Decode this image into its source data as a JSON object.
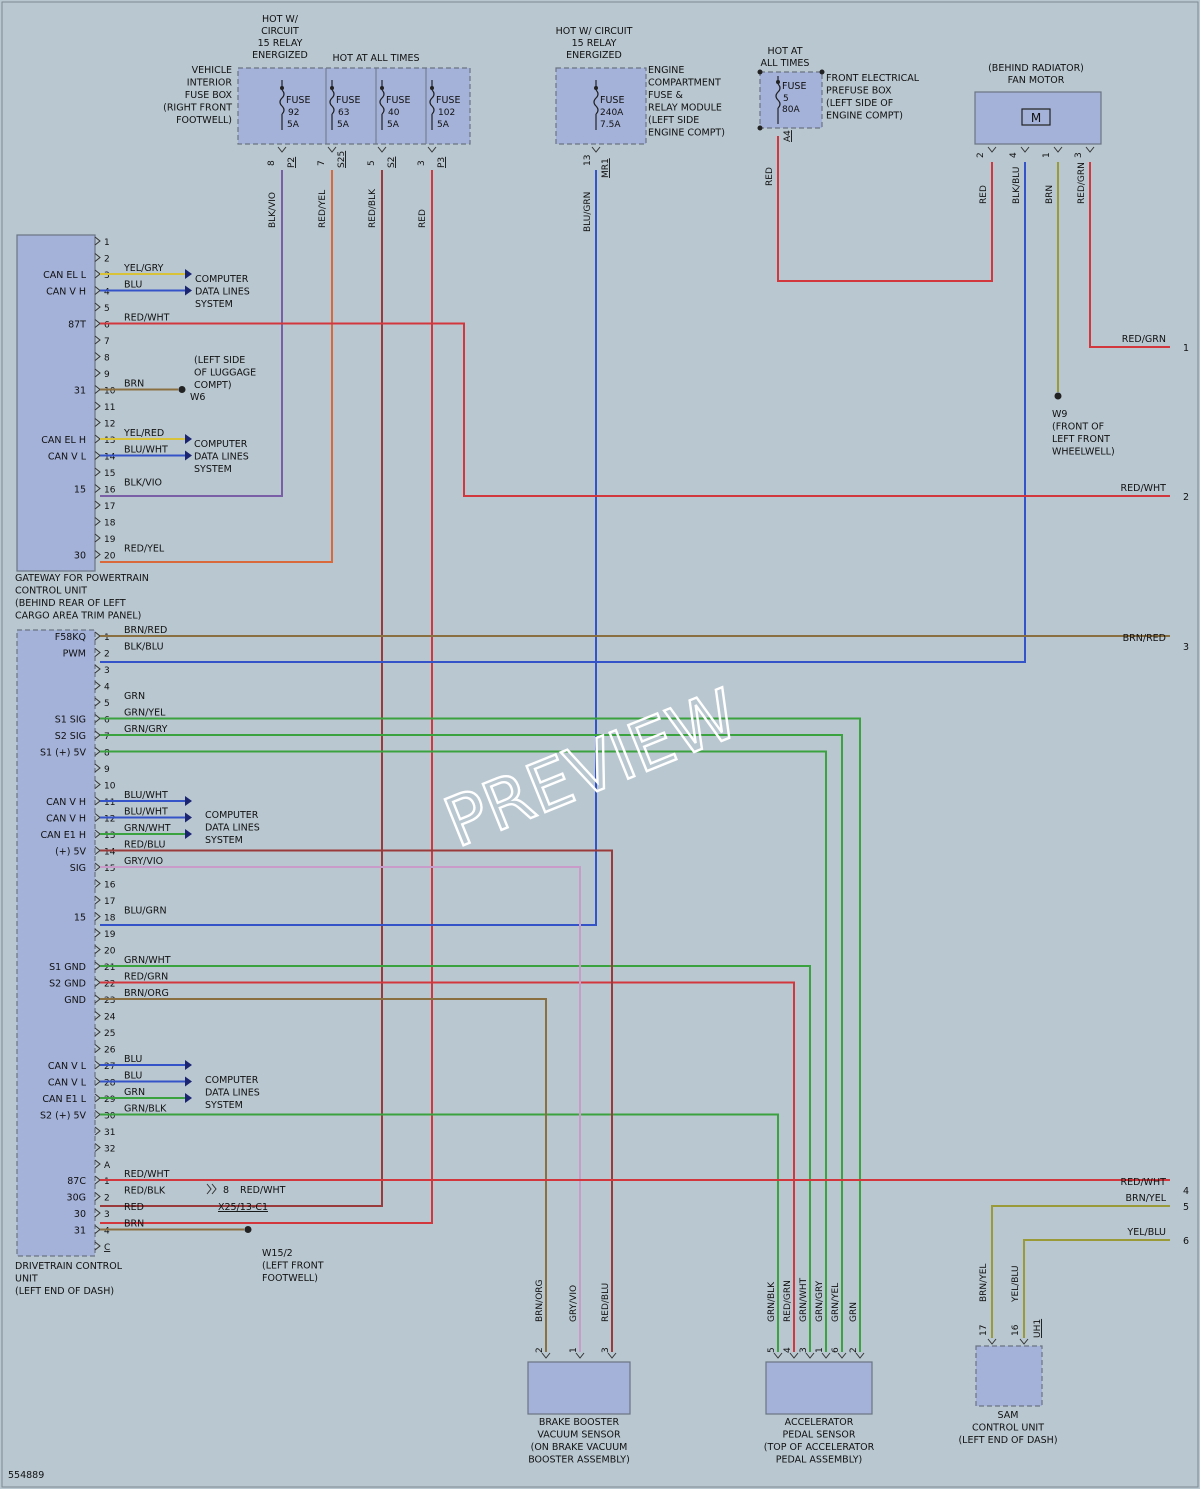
{
  "doc_id": "554889",
  "watermark": "PREVIEW",
  "colors": {
    "purple": "#7a5ea6",
    "orange": "#d9683a",
    "red": "#d2373d",
    "blue": "#3553c8",
    "green": "#3aa23e",
    "brown": "#8a7040",
    "olive": "#9a9a38",
    "pink": "#c89bc9",
    "yellow": "#d8c23a",
    "maroon": "#9b3a3a",
    "black": "#222"
  },
  "supply_headers": {
    "hot_circuit_15_left": [
      "HOT W/",
      "CIRCUIT",
      "15 RELAY",
      "ENERGIZED"
    ],
    "hot_at_all_times_left": "HOT AT ALL TIMES",
    "hot_circuit_15_mid": [
      "HOT W/ CIRCUIT",
      "15 RELAY",
      "ENERGIZED"
    ],
    "hot_at_all_times_right": [
      "HOT AT",
      "ALL TIMES"
    ]
  },
  "components": {
    "vehicle_fuse_box": [
      "VEHICLE",
      "INTERIOR",
      "FUSE BOX",
      "(RIGHT FRONT",
      "FOOTWELL)"
    ],
    "fuses_left": [
      {
        "name": "FUSE",
        "num": "92",
        "amp": "5A",
        "pin": "8",
        "term": "P2",
        "wire": "BLK/VIO"
      },
      {
        "name": "FUSE",
        "num": "63",
        "amp": "5A",
        "pin": "7",
        "term": "S25",
        "wire": "RED/YEL"
      },
      {
        "name": "FUSE",
        "num": "40",
        "amp": "5A",
        "pin": "5",
        "term": "S2",
        "wire": "RED/BLK"
      },
      {
        "name": "FUSE",
        "num": "102",
        "amp": "5A",
        "pin": "3",
        "term": "P3",
        "wire": "RED"
      }
    ],
    "engine_fuse_box": [
      "ENGINE",
      "COMPARTMENT",
      "FUSE &",
      "RELAY MODULE",
      "(LEFT SIDE",
      "ENGINE COMPT)"
    ],
    "fuse_mid": {
      "name": "FUSE",
      "num": "240A",
      "amp": "7.5A",
      "pin": "13",
      "term": "MR1",
      "wire": "BLU/GRN"
    },
    "prefuse_box": [
      "FRONT ELECTRICAL",
      "PREFUSE BOX",
      "(LEFT SIDE OF",
      "ENGINE COMPT)"
    ],
    "fuse_right": {
      "name": "FUSE",
      "num": "5",
      "amp": "80A",
      "term": "A4",
      "wire": "RED"
    },
    "fan_motor": [
      "(BEHIND RADIATOR)",
      "FAN MOTOR"
    ],
    "fan_symbol": "M",
    "fan_pins": [
      {
        "pin": "2",
        "wire": "RED"
      },
      {
        "pin": "4",
        "wire": "BLK/BLU"
      },
      {
        "pin": "1",
        "wire": "BRN"
      },
      {
        "pin": "3",
        "wire": "RED/GRN"
      }
    ],
    "gateway": [
      "GATEWAY FOR POWERTRAIN",
      "CONTROL UNIT",
      "(BEHIND REAR OF LEFT",
      "CARGO AREA TRIM PANEL)"
    ],
    "drivetrain": [
      "DRIVETRAIN CONTROL",
      "UNIT",
      "(LEFT END OF DASH)"
    ],
    "brake_booster": [
      "BRAKE BOOSTER",
      "VACUUM SENSOR",
      "(ON BRAKE VACUUM",
      "BOOSTER ASSEMBLY)"
    ],
    "accel_sensor": [
      "ACCELERATOR",
      "PEDAL SENSOR",
      "(TOP OF ACCELERATOR",
      "PEDAL ASSEMBLY)"
    ],
    "sam": [
      "SAM",
      "CONTROL UNIT",
      "(LEFT END OF DASH)"
    ]
  },
  "grounds": {
    "w6": [
      "(LEFT SIDE",
      "OF LUGGAGE",
      "COMPT)",
      "W6"
    ],
    "w9": [
      "W9",
      "(FRONT OF",
      "LEFT FRONT",
      "WHEELWELL)"
    ],
    "w15": [
      "W15/2",
      "(LEFT FRONT",
      "FOOTWELL)"
    ]
  },
  "cdl_label": [
    "COMPUTER",
    "DATA LINES",
    "SYSTEM"
  ],
  "gateway_pins": [
    "1",
    "2",
    "3",
    "4",
    "5",
    "6",
    "7",
    "8",
    "9",
    "10",
    "11",
    "12",
    "13",
    "14",
    "15",
    "16",
    "17",
    "18",
    "19",
    "20"
  ],
  "gateway_signals": [
    {
      "pin": 3,
      "sig": "CAN EL L",
      "wire": "YEL/GRY"
    },
    {
      "pin": 4,
      "sig": "CAN V H",
      "wire": "BLU"
    },
    {
      "pin": 6,
      "sig": "87T",
      "wire": "RED/WHT"
    },
    {
      "pin": 10,
      "sig": "31",
      "wire": "BRN"
    },
    {
      "pin": 13,
      "sig": "CAN EL H",
      "wire": "YEL/RED"
    },
    {
      "pin": 14,
      "sig": "CAN V L",
      "wire": "BLU/WHT"
    },
    {
      "pin": 16,
      "sig": "15",
      "wire": "BLK/VIO"
    },
    {
      "pin": 20,
      "sig": "30",
      "wire": "RED/YEL"
    }
  ],
  "drive_pins": [
    "1",
    "2",
    "3",
    "4",
    "5",
    "6",
    "7",
    "8",
    "9",
    "10",
    "11",
    "12",
    "13",
    "14",
    "15",
    "16",
    "17",
    "18",
    "19",
    "20",
    "21",
    "22",
    "23",
    "24",
    "25",
    "26",
    "27",
    "28",
    "29",
    "30",
    "31",
    "32",
    "A"
  ],
  "drive_signals": [
    {
      "pin": "1",
      "sig": "F58KQ",
      "wire": "BRN/RED"
    },
    {
      "pin": "2",
      "sig": "PWM",
      "wire": "BLK/BLU"
    },
    {
      "pin": "5",
      "sig": "",
      "wire": "GRN"
    },
    {
      "pin": "6",
      "sig": "S1 SIG",
      "wire": "GRN/YEL"
    },
    {
      "pin": "7",
      "sig": "S2 SIG",
      "wire": "GRN/GRY"
    },
    {
      "pin": "8",
      "sig": "S1 (+) 5V",
      "wire": ""
    },
    {
      "pin": "11",
      "sig": "CAN V H",
      "wire": "BLU/WHT"
    },
    {
      "pin": "12",
      "sig": "CAN V H",
      "wire": "BLU/WHT"
    },
    {
      "pin": "13",
      "sig": "CAN E1 H",
      "wire": "GRN/WHT"
    },
    {
      "pin": "14",
      "sig": "(+) 5V",
      "wire": "RED/BLU"
    },
    {
      "pin": "15",
      "sig": "SIG",
      "wire": "GRY/VIO"
    },
    {
      "pin": "18",
      "sig": "15",
      "wire": "BLU/GRN"
    },
    {
      "pin": "21",
      "sig": "S1 GND",
      "wire": "GRN/WHT"
    },
    {
      "pin": "22",
      "sig": "S2 GND",
      "wire": "RED/GRN"
    },
    {
      "pin": "23",
      "sig": "GND",
      "wire": "BRN/ORG"
    },
    {
      "pin": "27",
      "sig": "CAN V L",
      "wire": "BLU"
    },
    {
      "pin": "28",
      "sig": "CAN V L",
      "wire": "BLU"
    },
    {
      "pin": "29",
      "sig": "CAN E1 L",
      "wire": "GRN"
    },
    {
      "pin": "30",
      "sig": "S2 (+) 5V",
      "wire": "GRN/BLK"
    }
  ],
  "drive_conn_c": [
    {
      "pin": "1",
      "sig": "87C",
      "wire": "RED/WHT"
    },
    {
      "pin": "2",
      "sig": "30G",
      "wire": "RED/BLK"
    },
    {
      "pin": "3",
      "sig": "30",
      "wire": "RED"
    },
    {
      "pin": "4",
      "sig": "31",
      "wire": "BRN"
    },
    {
      "pin": "C",
      "sig": "",
      "wire": ""
    }
  ],
  "inline_conn": {
    "pin": "8",
    "wire": "RED/WHT",
    "name": "X25/13-C1"
  },
  "off_page": [
    {
      "num": "1",
      "wire": "RED/GRN"
    },
    {
      "num": "2",
      "wire": "RED/WHT"
    },
    {
      "num": "3",
      "wire": "BRN/RED"
    },
    {
      "num": "4",
      "wire": "RED/WHT"
    },
    {
      "num": "5",
      "wire": "BRN/YEL"
    },
    {
      "num": "6",
      "wire": "YEL/BLU"
    }
  ],
  "brake_pins": [
    {
      "pin": "2",
      "wire": "BRN/ORG"
    },
    {
      "pin": "1",
      "wire": "GRY/VIO"
    },
    {
      "pin": "3",
      "wire": "RED/BLU"
    }
  ],
  "accel_pins": [
    {
      "pin": "5",
      "wire": "GRN/BLK"
    },
    {
      "pin": "4",
      "wire": "RED/GRN"
    },
    {
      "pin": "3",
      "wire": "GRN/WHT"
    },
    {
      "pin": "1",
      "wire": "GRN/GRY"
    },
    {
      "pin": "6",
      "wire": "GRN/YEL"
    },
    {
      "pin": "2",
      "wire": "GRN"
    }
  ],
  "sam_pins": [
    {
      "pin": "17",
      "wire": "BRN/YEL"
    },
    {
      "pin": "16",
      "wire": "YEL/BLU"
    }
  ],
  "sam_term": "UH1"
}
